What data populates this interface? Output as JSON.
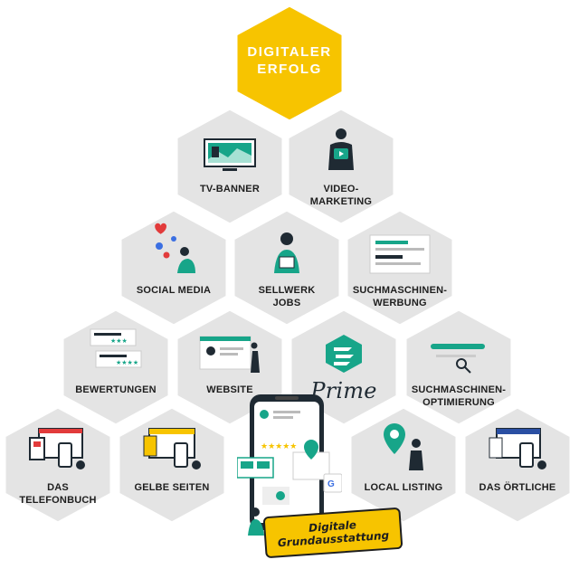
{
  "colors": {
    "hex_gray": "#e3e3e3",
    "hex_gray_edge": "#d2d2d2",
    "hex_yellow": "#f7c400",
    "hex_yellow_edge": "#e0b000",
    "teal": "#17a589",
    "dark": "#1f2a33",
    "red": "#e23b3b",
    "badge_yellow": "#f7c400"
  },
  "top": {
    "label": "DIGITALER\nERFOLG"
  },
  "tiles": {
    "tv_banner": "TV-BANNER",
    "video_marketing": "VIDEO-\nMARKETING",
    "social_media": "SOCIAL MEDIA",
    "sellwerk_jobs": "SELLWERK\nJOBS",
    "suchmaschinen_werbung": "SUCHMASCHINEN-\nWERBUNG",
    "bewertungen": "BEWERTUNGEN",
    "website": "WEBSITE",
    "prime": "Prime",
    "suchmaschinen_optimierung": "SUCHMASCHINEN-\nOPTIMIERUNG",
    "das_telefonbuch": "DAS TELEFONBUCH",
    "gelbe_seiten": "GELBE SEITEN",
    "local_listing": "LOCAL LISTING",
    "das_oertliche": "DAS ÖRTLICHE"
  },
  "badge": {
    "line1": "Digitale",
    "line2": "Grundausstattung"
  }
}
